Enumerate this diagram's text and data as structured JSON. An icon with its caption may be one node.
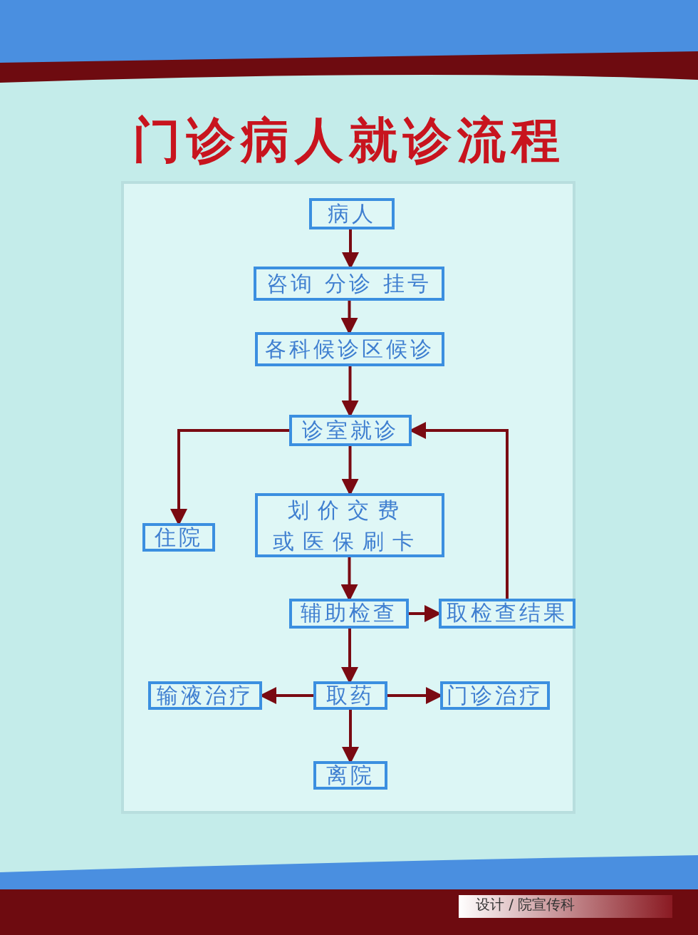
{
  "diagram": {
    "title": "门诊病人就诊流程",
    "nodes": [
      {
        "text": [
          "病人"
        ]
      },
      {
        "text": [
          "咨询 分诊 挂号"
        ]
      },
      {
        "text": [
          "各科候诊区候诊"
        ]
      },
      {
        "text": [
          "诊室就诊"
        ]
      },
      {
        "text": [
          "住院"
        ]
      },
      {
        "text": [
          "划价交费或医保刷卡"
        ]
      },
      {
        "text": [
          "辅助检查"
        ]
      },
      {
        "text": [
          "取检查结果"
        ]
      },
      {
        "text": [
          "输液治疗"
        ]
      },
      {
        "text": [
          "取药"
        ]
      },
      {
        "text": [
          "门诊治疗"
        ]
      },
      {
        "text": [
          "离院"
        ]
      }
    ],
    "edges": [
      {
        "from": 0,
        "to": 1,
        "arrow": "to"
      },
      {
        "from": 1,
        "to": 2,
        "arrow": "to"
      },
      {
        "from": 2,
        "to": 3,
        "arrow": "to"
      },
      {
        "from": 3,
        "to": 4,
        "arrow": "to"
      },
      {
        "from": 3,
        "to": 5,
        "arrow": "to"
      },
      {
        "from": 5,
        "to": 6,
        "arrow": "to"
      },
      {
        "from": 6,
        "to": 7,
        "arrow": "to"
      },
      {
        "from": 7,
        "to": 3,
        "arrow": "to"
      },
      {
        "from": 6,
        "to": 9,
        "arrow": "to"
      },
      {
        "from": 9,
        "to": 8,
        "arrow": "to"
      },
      {
        "from": 9,
        "to": 10,
        "arrow": "to"
      },
      {
        "from": 9,
        "to": 11,
        "arrow": "to"
      }
    ],
    "labels": [
      "设计 / 院宣传科"
    ]
  }
}
